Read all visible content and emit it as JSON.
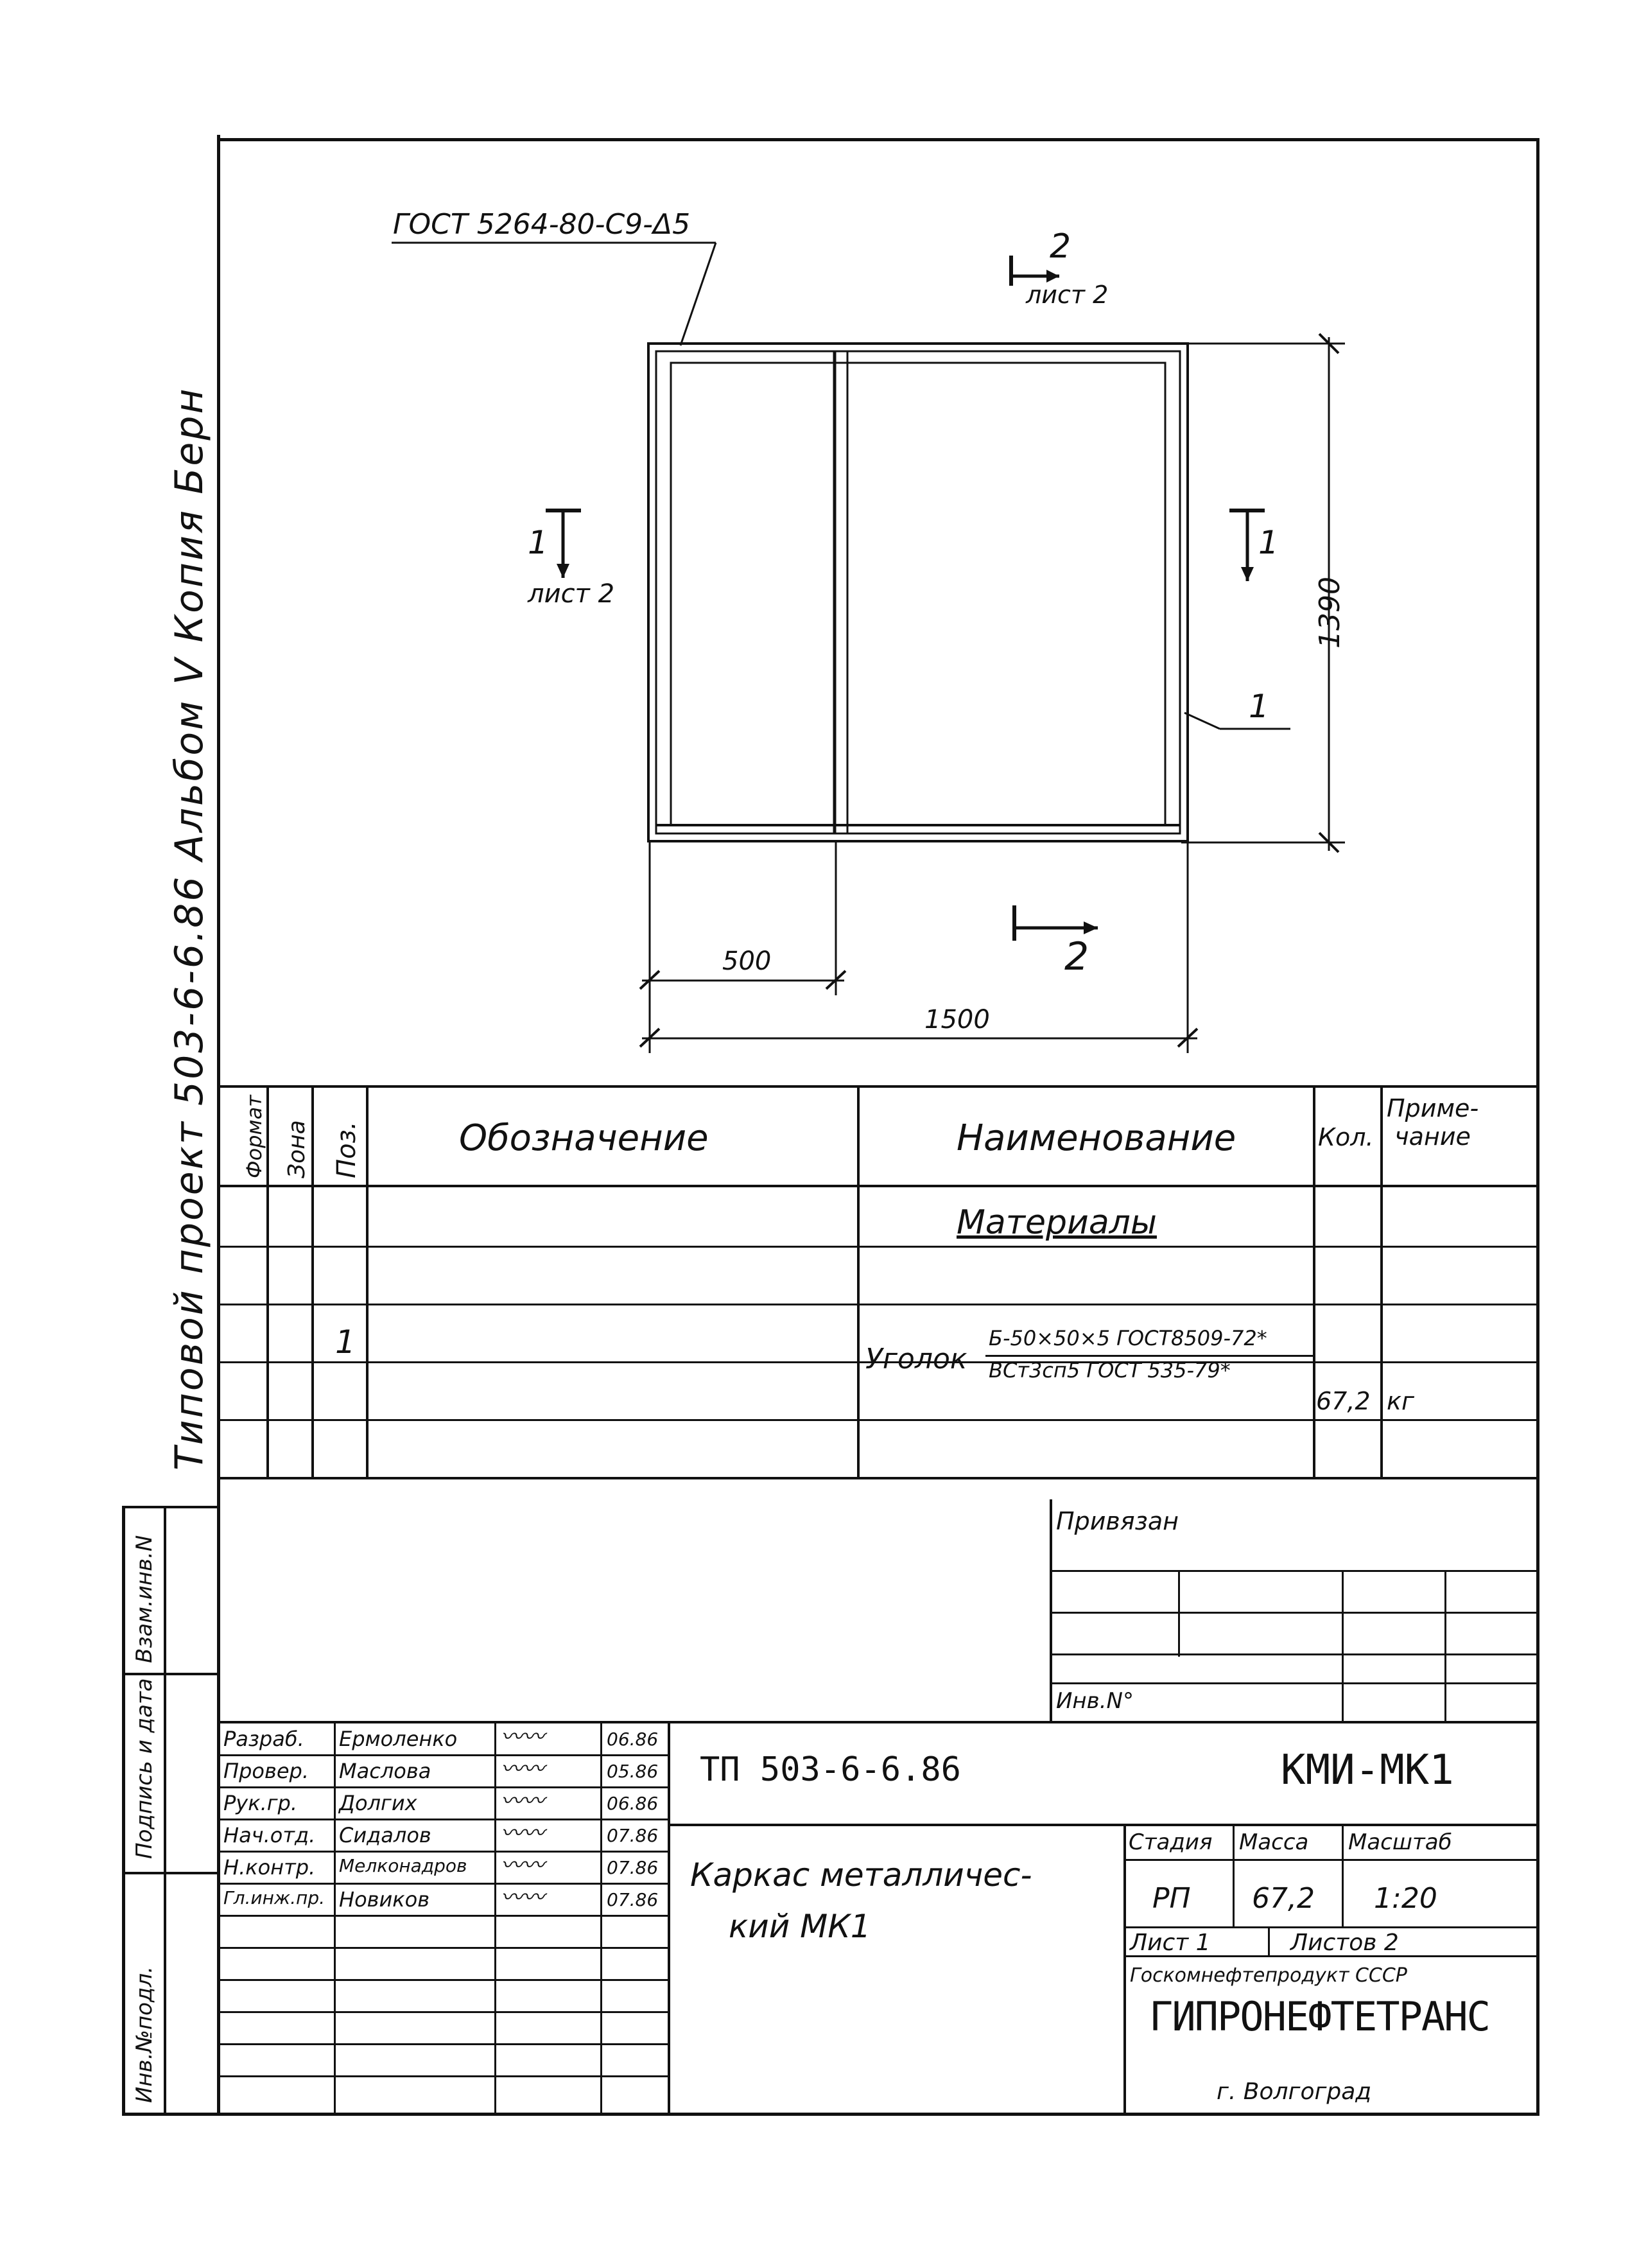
{
  "margin_vertical_note": {
    "text": "Типовой проект 503-6-6.86 Альбом V Копия Берн"
  },
  "drawing": {
    "gost_note": "ГОСТ 5264-80-С9-Δ5",
    "section_top": {
      "num": "2",
      "sheet": "лист 2"
    },
    "section_left": {
      "num": "1",
      "sheet": "лист 2"
    },
    "section_right": {
      "num": "1"
    },
    "section_bottom": {
      "num": "2"
    },
    "height_dim": "1390",
    "position_label": "1",
    "dim_500": "500",
    "dim_1500": "1500"
  },
  "spec_table": {
    "headers": {
      "format": "Формат",
      "zone": "Зона",
      "pos": "Поз.",
      "designation": "Обозначение",
      "name": "Наименование",
      "qty": "Кол.",
      "note": "Приме-\nчание"
    },
    "section_title": "Материалы",
    "row": {
      "pos": "1",
      "name_main": "Уголок",
      "profile_top": "Б-50×50×5 ГОСТ8509-72*",
      "profile_bottom": "ВСт3сп5 ГОСТ 535-79*",
      "qty": "67,2",
      "unit": "кг"
    }
  },
  "left_strip": {
    "cells": [
      "Инв.№подл.",
      "Подпись и дата",
      "Взам.инв.N"
    ]
  },
  "binding": {
    "title": "Привязан",
    "inv": "Инв.N°"
  },
  "title_block": {
    "roles": [
      {
        "role": "Разраб.",
        "name": "Ермоленко",
        "date": "06.86"
      },
      {
        "role": "Провер.",
        "name": "Маслова",
        "date": "05.86"
      },
      {
        "role": "Рук.гр.",
        "name": "Долгих",
        "date": "06.86"
      },
      {
        "role": "Нач.отд.",
        "name": "Сидалов",
        "date": "07.86"
      },
      {
        "role": "Н.контр.",
        "name": "Мелконадров",
        "date": "07.86"
      },
      {
        "role": "Гл.инж.пр.",
        "name": "Новиков",
        "date": "07.86"
      }
    ],
    "doc_number": "ТП 503-6-6.86",
    "doc_code": "КМИ-МК1",
    "item_name_line1": "Каркас металличес-",
    "item_name_line2": "кий МК1",
    "stage_label": "Стадия",
    "mass_label": "Масса",
    "scale_label": "Масштаб",
    "stage": "РП",
    "mass": "67,2",
    "scale": "1:20",
    "sheet": "Лист 1",
    "sheets": "Листов 2",
    "ministry": "Госкомнефтепродукт СССР",
    "org": "ГИПРОНЕФТЕТРАНС",
    "city": "г. Волгоград"
  }
}
